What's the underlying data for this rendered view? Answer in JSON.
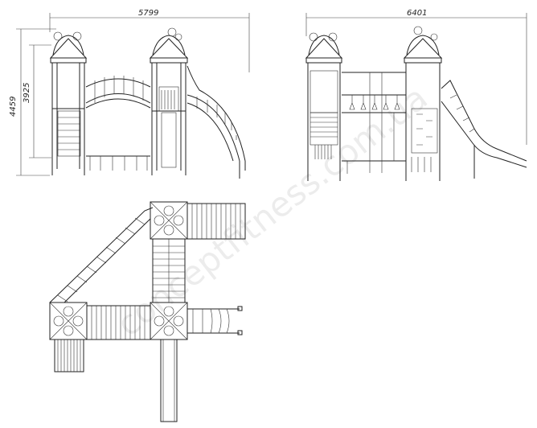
{
  "dimensions": {
    "front_width": "5799",
    "side_width": "6401",
    "total_height": "4459",
    "platform_height": "3925"
  },
  "watermark": "conceptfitness.com.ua",
  "colors": {
    "line": "#222222",
    "background": "#ffffff"
  }
}
